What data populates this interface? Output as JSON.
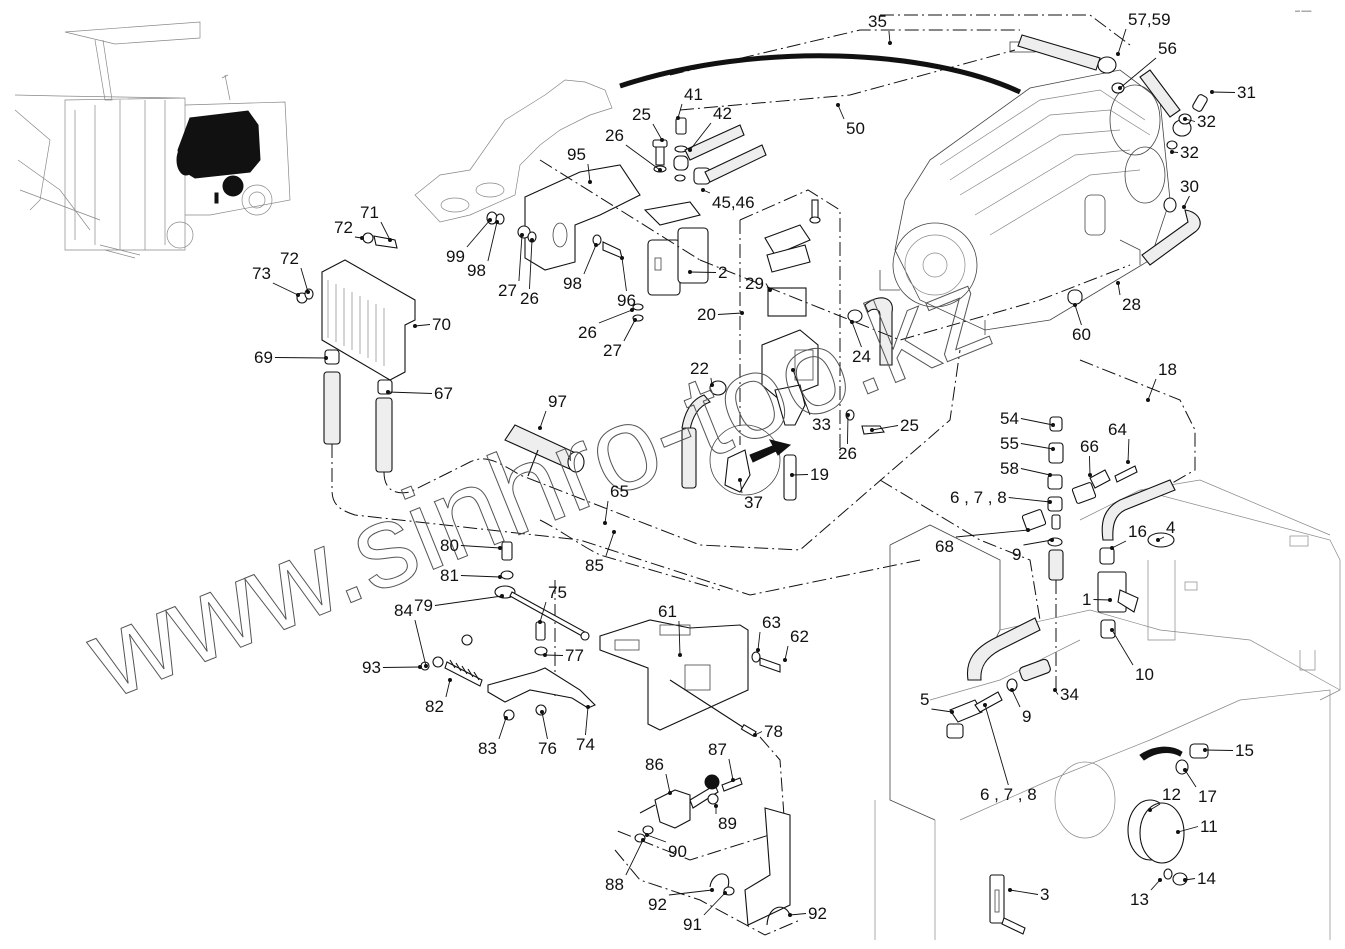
{
  "diagram": {
    "title": "Engine fuel / hydraulic system exploded parts view",
    "watermark": "www.sinhro-too.kz",
    "corner_mark": "▬ ▬▬",
    "inset": "machine overview with engine highlighted",
    "callouts": [
      {
        "id": "1",
        "label": "1"
      },
      {
        "id": "2",
        "label": "2"
      },
      {
        "id": "3",
        "label": "3"
      },
      {
        "id": "4",
        "label": "4"
      },
      {
        "id": "5",
        "label": "5"
      },
      {
        "id": "6-7-8-a",
        "label": "6 , 7 , 8"
      },
      {
        "id": "6-7-8-b",
        "label": "6 , 7 , 8"
      },
      {
        "id": "9-a",
        "label": "9"
      },
      {
        "id": "9-b",
        "label": "9"
      },
      {
        "id": "10",
        "label": "10"
      },
      {
        "id": "11",
        "label": "11"
      },
      {
        "id": "12",
        "label": "12"
      },
      {
        "id": "13",
        "label": "13"
      },
      {
        "id": "14",
        "label": "14"
      },
      {
        "id": "15",
        "label": "15"
      },
      {
        "id": "16",
        "label": "16"
      },
      {
        "id": "17",
        "label": "17"
      },
      {
        "id": "18",
        "label": "18"
      },
      {
        "id": "19",
        "label": "19"
      },
      {
        "id": "20",
        "label": "20"
      },
      {
        "id": "22",
        "label": "22"
      },
      {
        "id": "24",
        "label": "24"
      },
      {
        "id": "25-a",
        "label": "25"
      },
      {
        "id": "25-b",
        "label": "25"
      },
      {
        "id": "26-a",
        "label": "26"
      },
      {
        "id": "26-b",
        "label": "26"
      },
      {
        "id": "26-c",
        "label": "26"
      },
      {
        "id": "26-d",
        "label": "26"
      },
      {
        "id": "27-a",
        "label": "27"
      },
      {
        "id": "27-b",
        "label": "27"
      },
      {
        "id": "28",
        "label": "28"
      },
      {
        "id": "29",
        "label": "29"
      },
      {
        "id": "30",
        "label": "30"
      },
      {
        "id": "31",
        "label": "31"
      },
      {
        "id": "32-a",
        "label": "32"
      },
      {
        "id": "32-b",
        "label": "32"
      },
      {
        "id": "33",
        "label": "33"
      },
      {
        "id": "34",
        "label": "34"
      },
      {
        "id": "35",
        "label": "35"
      },
      {
        "id": "37",
        "label": "37"
      },
      {
        "id": "41",
        "label": "41"
      },
      {
        "id": "42",
        "label": "42"
      },
      {
        "id": "45-46",
        "label": "45,46"
      },
      {
        "id": "50",
        "label": "50"
      },
      {
        "id": "54",
        "label": "54"
      },
      {
        "id": "55",
        "label": "55"
      },
      {
        "id": "56",
        "label": "56"
      },
      {
        "id": "57-59",
        "label": "57,59"
      },
      {
        "id": "58",
        "label": "58"
      },
      {
        "id": "60",
        "label": "60"
      },
      {
        "id": "61",
        "label": "61"
      },
      {
        "id": "62",
        "label": "62"
      },
      {
        "id": "63",
        "label": "63"
      },
      {
        "id": "64",
        "label": "64"
      },
      {
        "id": "65",
        "label": "65"
      },
      {
        "id": "66",
        "label": "66"
      },
      {
        "id": "67",
        "label": "67"
      },
      {
        "id": "68",
        "label": "68"
      },
      {
        "id": "69",
        "label": "69"
      },
      {
        "id": "70",
        "label": "70"
      },
      {
        "id": "71",
        "label": "71"
      },
      {
        "id": "72-a",
        "label": "72"
      },
      {
        "id": "72-b",
        "label": "72"
      },
      {
        "id": "73",
        "label": "73"
      },
      {
        "id": "74",
        "label": "74"
      },
      {
        "id": "75",
        "label": "75"
      },
      {
        "id": "76",
        "label": "76"
      },
      {
        "id": "77",
        "label": "77"
      },
      {
        "id": "78",
        "label": "78"
      },
      {
        "id": "79",
        "label": "79"
      },
      {
        "id": "80",
        "label": "80"
      },
      {
        "id": "81",
        "label": "81"
      },
      {
        "id": "82",
        "label": "82"
      },
      {
        "id": "83",
        "label": "83"
      },
      {
        "id": "84",
        "label": "84"
      },
      {
        "id": "85",
        "label": "85"
      },
      {
        "id": "86",
        "label": "86"
      },
      {
        "id": "87",
        "label": "87"
      },
      {
        "id": "88",
        "label": "88"
      },
      {
        "id": "89",
        "label": "89"
      },
      {
        "id": "90",
        "label": "90"
      },
      {
        "id": "91",
        "label": "91"
      },
      {
        "id": "92-a",
        "label": "92"
      },
      {
        "id": "92-b",
        "label": "92"
      },
      {
        "id": "93",
        "label": "93"
      },
      {
        "id": "95",
        "label": "95"
      },
      {
        "id": "96",
        "label": "96"
      },
      {
        "id": "97",
        "label": "97"
      },
      {
        "id": "98-a",
        "label": "98"
      },
      {
        "id": "98-b",
        "label": "98"
      },
      {
        "id": "99",
        "label": "99"
      }
    ]
  }
}
